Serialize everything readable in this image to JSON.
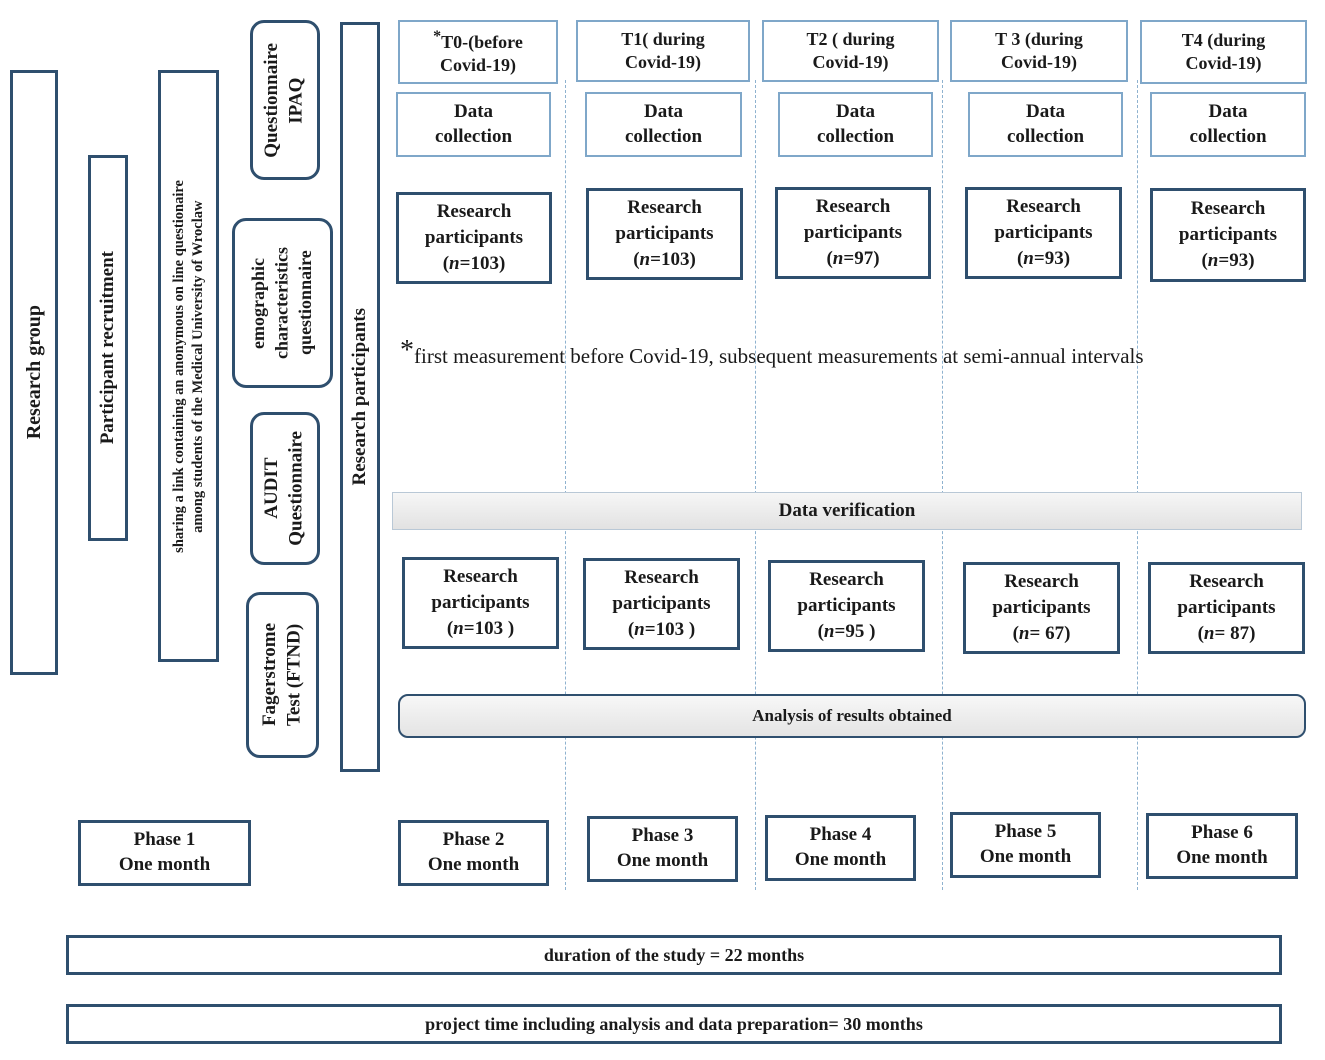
{
  "left": {
    "research_group": "Research group",
    "participant_recruitment": "Participant recruitment",
    "sharing_link": "sharing a link containing an anonymous  on line questionaire\namong students of the Medical University of Wroclaw",
    "questionnaire_ipaq": "Questionnaire\nIPAQ",
    "demographic": "emographic\ncharacteristics\nquestionnaire",
    "audit": "AUDIT\nQuestionnaire",
    "fagerstrome": "Fagerstrome\nTest (FTND)",
    "research_participants": "Research participants"
  },
  "timepoints": [
    {
      "label_star": "*",
      "label": "T0-(before\nCovid-19)",
      "data_collection": "Data\ncollection",
      "participants_label": "Research\nparticipants",
      "n1": "(n=103)",
      "n2": "(n=103 )",
      "phase": "Phase 2\nOne month"
    },
    {
      "label_star": "",
      "label": "T1( during\nCovid-19)",
      "data_collection": "Data\ncollection",
      "participants_label": "Research\nparticipants",
      "n1": "(n=103)",
      "n2": "(n=103 )",
      "phase": "Phase 3\nOne month"
    },
    {
      "label_star": "",
      "label": "T2 ( during\nCovid-19)",
      "data_collection": "Data\ncollection",
      "participants_label": "Research\nparticipants",
      "n1": "(n=97)",
      "n2": "(n=95 )",
      "phase": "Phase 4\nOne month"
    },
    {
      "label_star": "",
      "label": "T 3 (during\nCovid-19)",
      "data_collection": "Data\ncollection",
      "participants_label": "Research\nparticipants",
      "n1": "(n=93)",
      "n2": "(n= 67)",
      "phase": "Phase 5\nOne month"
    },
    {
      "label_star": "",
      "label": "T4 (during\nCovid-19)",
      "data_collection": "Data\ncollection",
      "participants_label": "Research\nparticipants",
      "n1": "(n=93)",
      "n2": "(n= 87)",
      "phase": "Phase 6\nOne month"
    }
  ],
  "note": {
    "star": "*",
    "text": "first measurement  before Covid-19,  subsequent measurements  at semi-annual  intervals"
  },
  "data_verification": "Data verification",
  "analysis": "Analysis of results obtained",
  "phase1": "Phase 1\nOne month",
  "duration": "duration of the study = 22 months",
  "project_time": "project time including analysis and data preparation= 30 months"
}
